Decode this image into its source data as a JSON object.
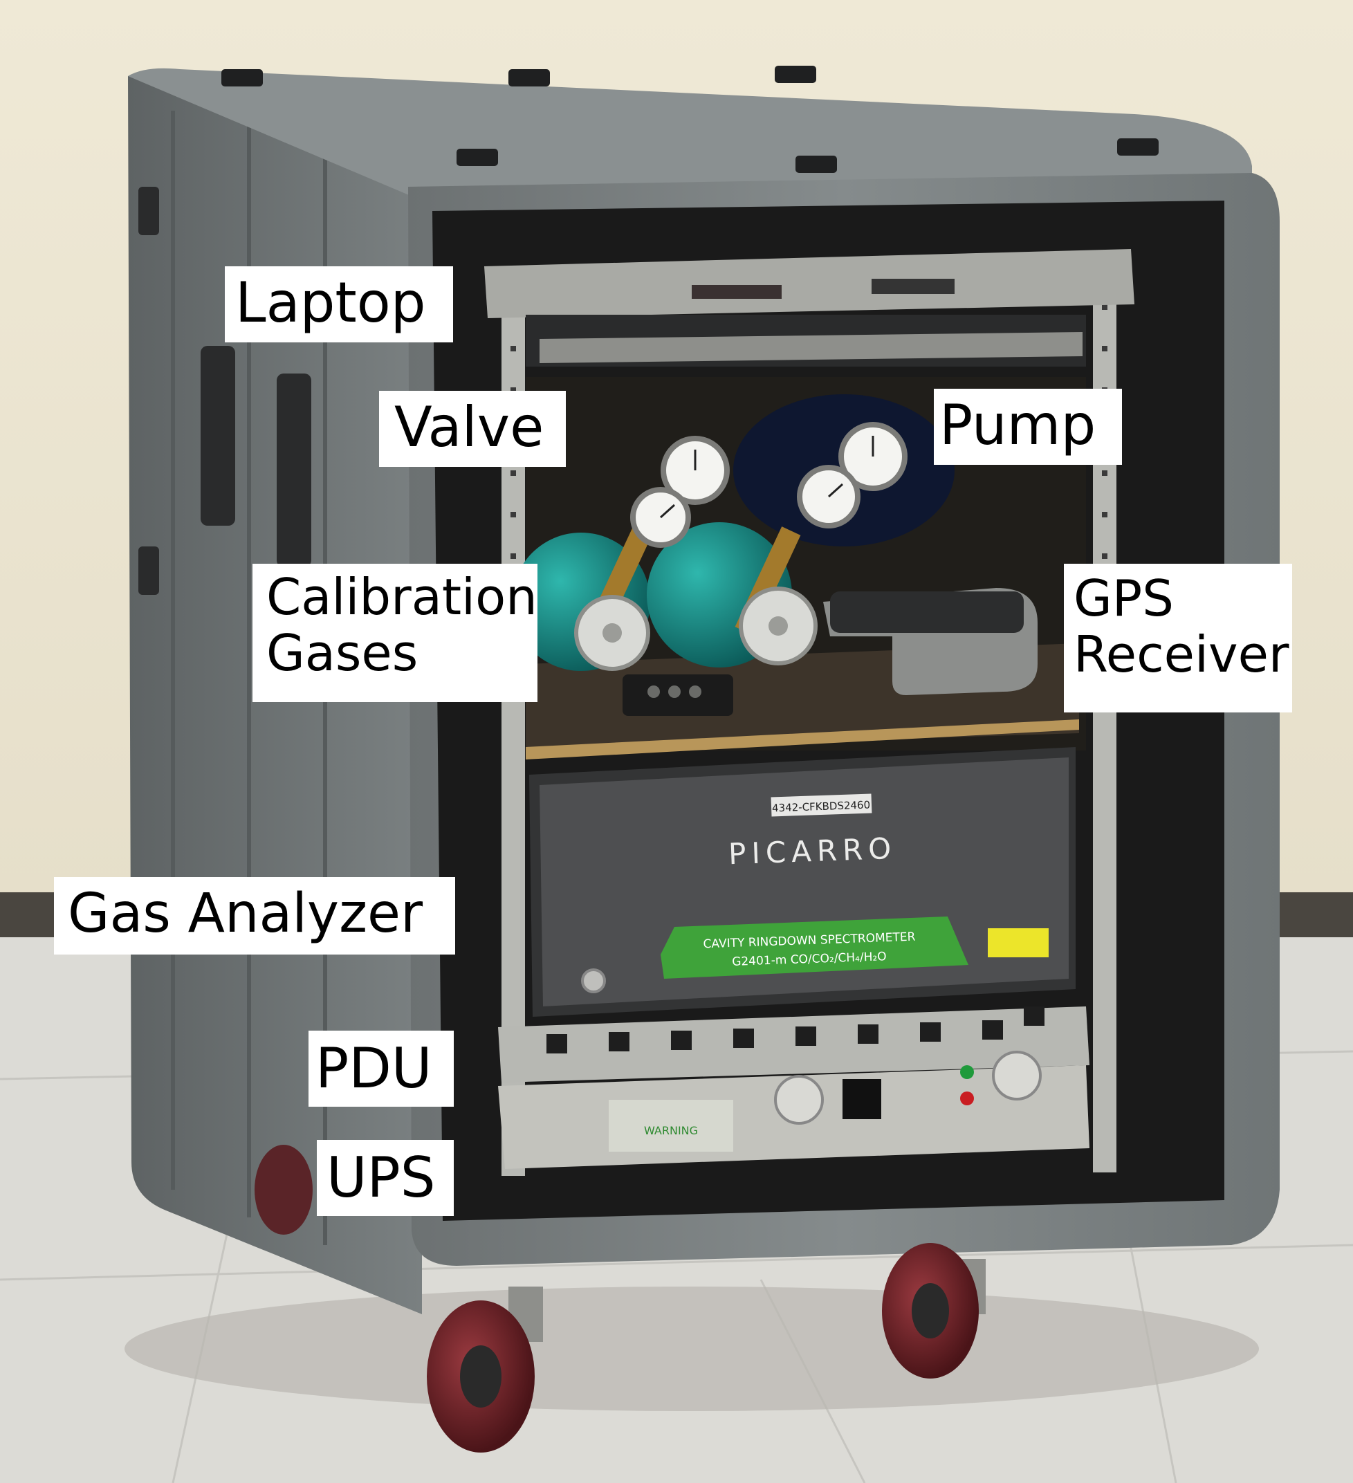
{
  "labels": {
    "laptop": "Laptop",
    "valve": "Valve",
    "pump": "Pump",
    "calibration_gases": [
      "Calibration",
      "Gases"
    ],
    "gps_receiver": [
      "GPS",
      "Receiver"
    ],
    "gas_analyzer": "Gas Analyzer",
    "pdu": "PDU",
    "ups": "UPS"
  },
  "device_text": {
    "serial_tag": "4342-CFKBDS2460",
    "brand": "PICARRO",
    "spectrometer_line1": "CAVITY RINGDOWN SPECTROMETER",
    "spectrometer_line2": "G2401-m CO/CO₂/CH₄/H₂O",
    "ups_warning": "WARNING"
  },
  "colors": {
    "wall": "#ece6d2",
    "floor": "#dcdbd6",
    "baseboard": "#4a4640",
    "case_gray": "#7d8384",
    "case_dark": "#5b6061",
    "interior": "#1a1a1a",
    "analyzer_panel": "#4e4f51",
    "analyzer_green": "#3fa33a",
    "cylinder_teal": "#127a78",
    "label_bg": "#ffffff",
    "label_text": "#000000"
  }
}
